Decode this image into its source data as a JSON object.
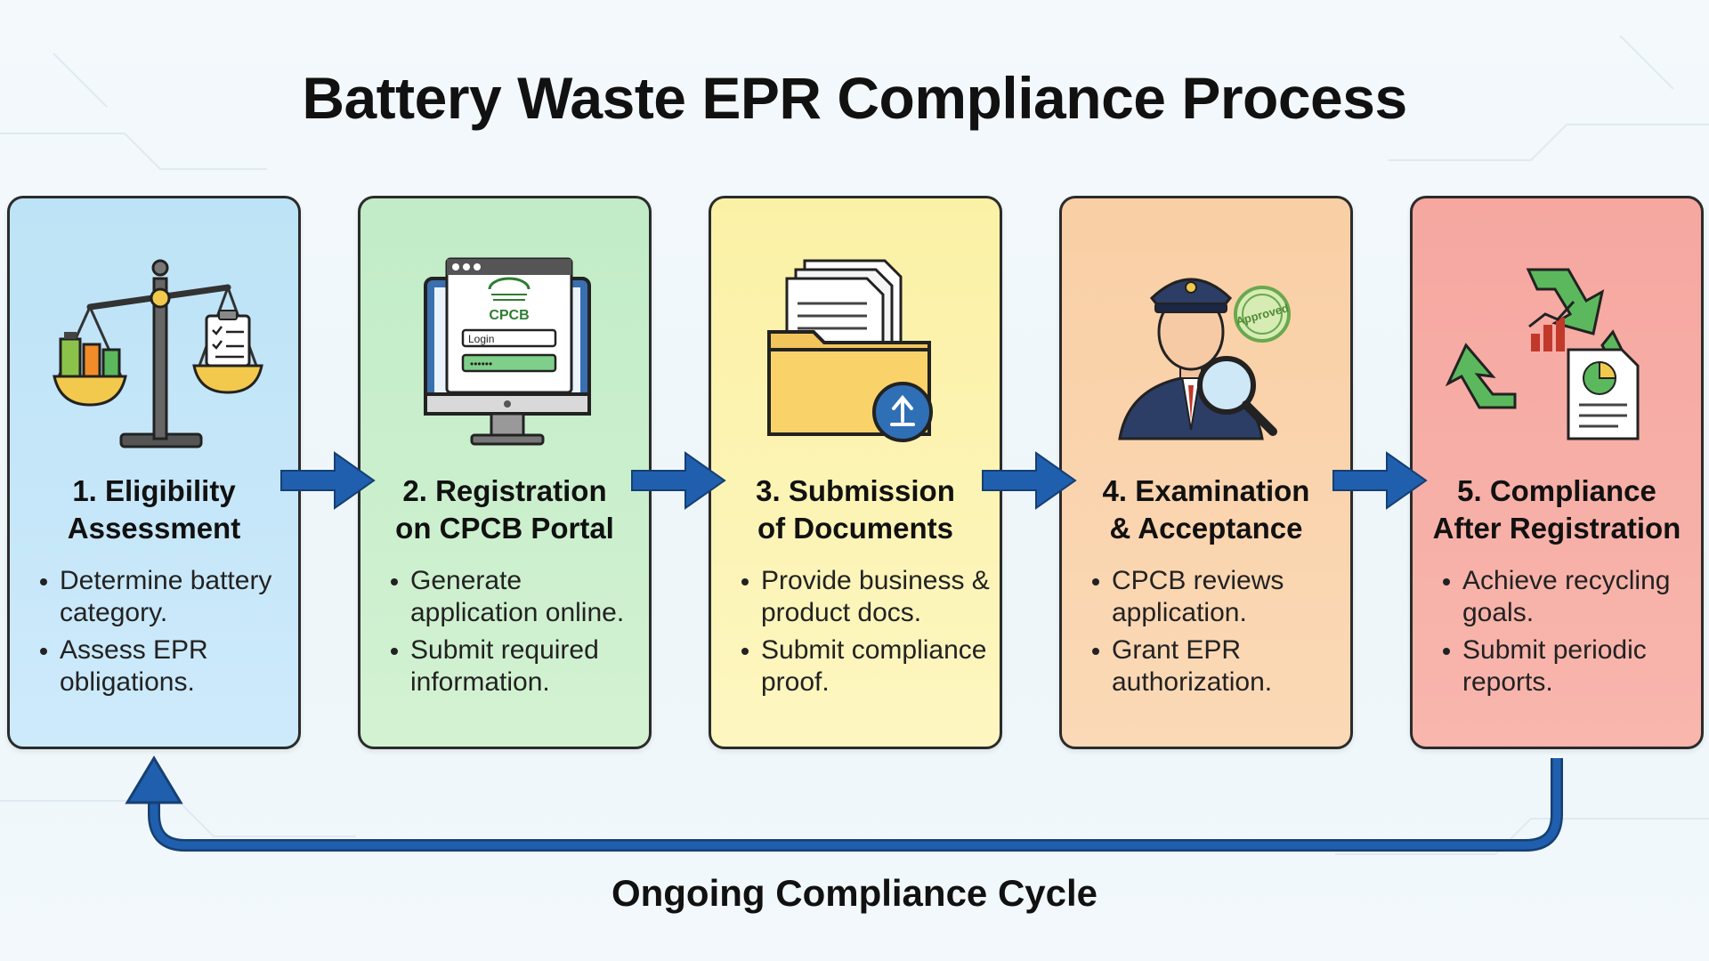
{
  "title": "Battery Waste EPR Compliance Process",
  "steps": [
    {
      "title": "1. Eligibility Assessment",
      "bullets": [
        "Determine battery category.",
        "Assess EPR obligations."
      ],
      "color": "#bde3f6"
    },
    {
      "title": "2. Registration on CPCB Portal",
      "bullets": [
        "Generate application online.",
        "Submit required information."
      ],
      "color": "#c1ecc7",
      "screen_logo": "CPCB",
      "screen_field": "Login",
      "screen_password": "••••••"
    },
    {
      "title": "3. Submission of Documents",
      "bullets": [
        "Provide business & product docs.",
        "Submit compliance proof."
      ],
      "color": "#fbf1a6"
    },
    {
      "title": "4. Examination & Acceptance",
      "bullets": [
        "CPCB reviews application.",
        "Grant EPR authorization."
      ],
      "color": "#f9cfa5",
      "stamp_text": "Approved"
    },
    {
      "title": "5. Compliance After Registration",
      "bullets": [
        "Achieve recycling goals.",
        "Submit periodic reports."
      ],
      "color": "#f5a7a0"
    }
  ],
  "cycle_label": "Ongoing Compliance Cycle",
  "arrow_color": "#1f5fae"
}
